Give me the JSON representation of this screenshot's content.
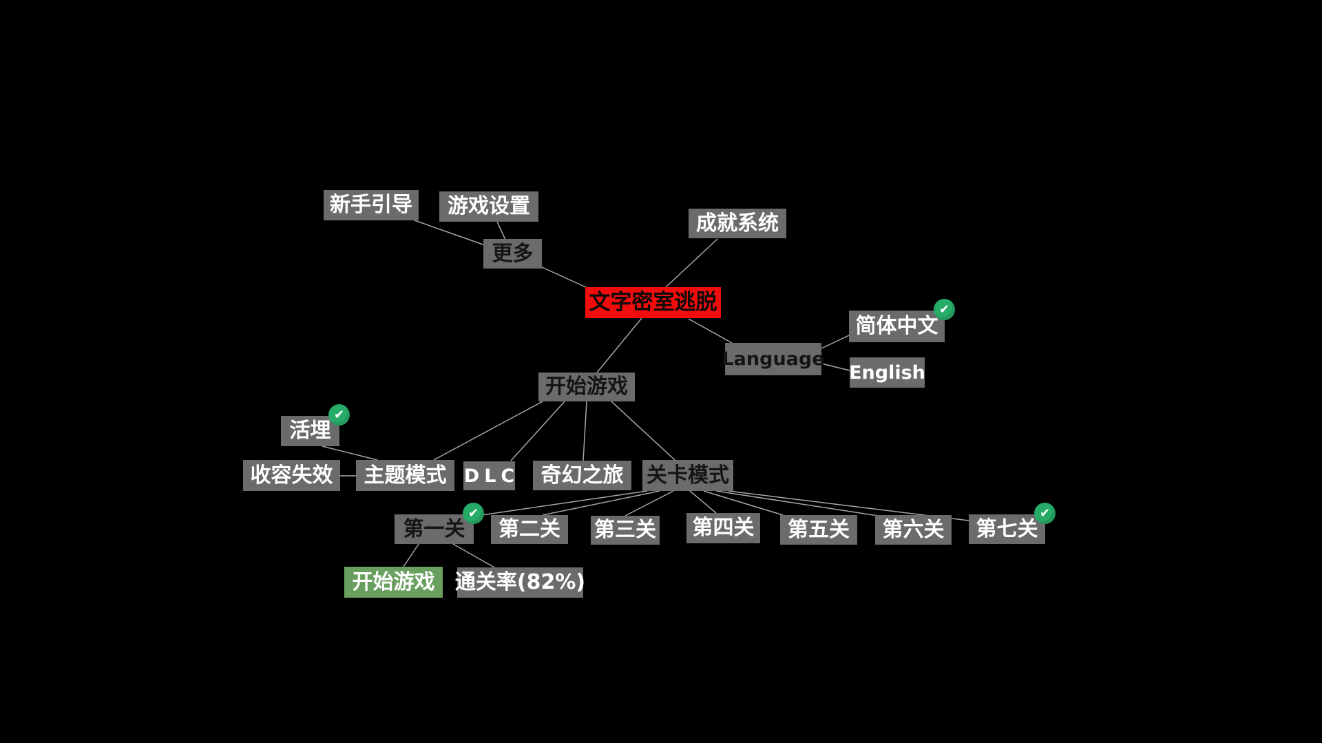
{
  "colors": {
    "background": "#000000",
    "node_gray": "#6b6b6b",
    "root_red": "#f10d0d",
    "button_green": "#6aa05f",
    "check_green": "#27ab68",
    "edge": "#c6c6c6"
  },
  "icons": {
    "check": "✔"
  },
  "mindmap": {
    "root": {
      "label": "文字密室逃脱"
    },
    "nodes": {
      "tutorial": {
        "label": "新手引导"
      },
      "game_settings": {
        "label": "游戏设置"
      },
      "more": {
        "label": "更多"
      },
      "achievements": {
        "label": "成就系统"
      },
      "language": {
        "label": "Language"
      },
      "simplified_chinese": {
        "label": "简体中文",
        "completed": true
      },
      "english": {
        "label": "English"
      },
      "start_game": {
        "label": "开始游戏"
      },
      "buried_alive": {
        "label": "活埋",
        "completed": true
      },
      "containment_breach": {
        "label": "收容失效"
      },
      "theme_mode": {
        "label": "主题模式"
      },
      "dlc": {
        "label": "DLC"
      },
      "fantasy_journey": {
        "label": "奇幻之旅"
      },
      "level_mode": {
        "label": "关卡模式"
      },
      "level_1": {
        "label": "第一关",
        "completed": true
      },
      "level_2": {
        "label": "第二关"
      },
      "level_3": {
        "label": "第三关"
      },
      "level_4": {
        "label": "第四关"
      },
      "level_5": {
        "label": "第五关"
      },
      "level_6": {
        "label": "第六关"
      },
      "level_7": {
        "label": "第七关",
        "completed": true
      },
      "start_level_button": {
        "label": "开始游戏"
      },
      "clear_rate": {
        "label": "通关率(82%)",
        "percent": 82
      }
    }
  }
}
